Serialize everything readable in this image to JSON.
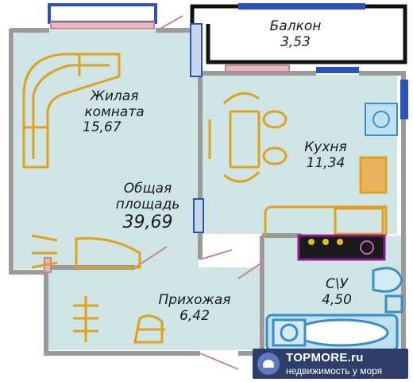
{
  "rooms": {
    "balcony": {
      "name": "Балкон",
      "area": "3,53"
    },
    "living": {
      "name_line1": "Жилая",
      "name_line2": "комната",
      "area": "15,67"
    },
    "kitchen": {
      "name": "Кухня",
      "area": "11,34"
    },
    "total": {
      "name_line1": "Общая",
      "name_line2": "площадь",
      "area": "39,69"
    },
    "hall": {
      "name": "Прихожая",
      "area": "6,42"
    },
    "bath": {
      "name": "С\\У",
      "area": "4,50"
    }
  },
  "watermark": {
    "brand": "TOPMORE.ru",
    "tagline": "недвижимость у моря"
  },
  "colors": {
    "floor": "#cfe4e4",
    "wall": "#9a9a9a",
    "furniture": "#e0a21e",
    "window": "#2a52b8",
    "door": "#e8b7c2",
    "stove": "#8b1a8b",
    "sanitary": "#3a8ec8"
  }
}
